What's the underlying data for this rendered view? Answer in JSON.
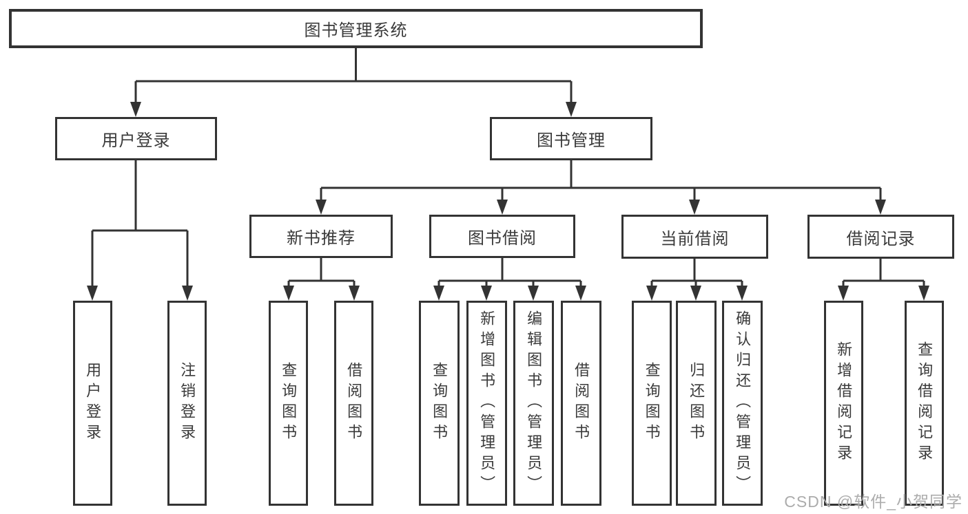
{
  "diagram_type": "hierarchy-tree",
  "colors": {
    "line": "#333333",
    "box_border": "#333333",
    "box_fill": "#ffffff",
    "text": "#3a3a3a",
    "watermark": "#acacac",
    "background": "#ffffff"
  },
  "tree": {
    "label": "图书管理系统",
    "children": [
      {
        "label": "用户登录",
        "children": [
          {
            "label": "用户登录"
          },
          {
            "label": "注销登录"
          }
        ]
      },
      {
        "label": "图书管理",
        "children": [
          {
            "label": "新书推荐",
            "children": [
              {
                "label": "查询图书"
              },
              {
                "label": "借阅图书"
              }
            ]
          },
          {
            "label": "图书借阅",
            "children": [
              {
                "label": "查询图书"
              },
              {
                "label": "新增图书（管理员）"
              },
              {
                "label": "编辑图书（管理员）"
              },
              {
                "label": "借阅图书"
              }
            ]
          },
          {
            "label": "当前借阅",
            "children": [
              {
                "label": "查询图书"
              },
              {
                "label": "归还图书"
              },
              {
                "label": "确认归还（管理员）"
              }
            ]
          },
          {
            "label": "借阅记录",
            "children": [
              {
                "label": "新增借阅记录"
              },
              {
                "label": "查询借阅记录"
              }
            ]
          }
        ]
      }
    ]
  },
  "watermark": {
    "text": "CSDN @软件_小贺同学"
  }
}
